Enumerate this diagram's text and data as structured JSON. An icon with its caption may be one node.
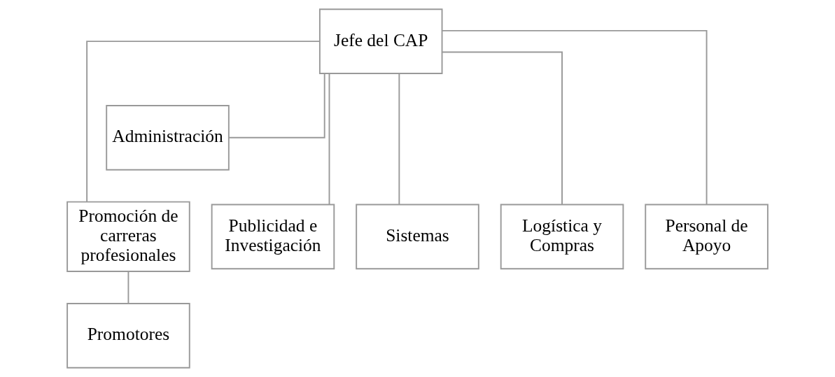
{
  "diagram": {
    "nodes": [
      {
        "text": [
          "Jefe del CAP"
        ]
      },
      {
        "text": [
          "Administración"
        ]
      },
      {
        "text": [
          "Promoción de carreras profesionales"
        ]
      },
      {
        "text": [
          "Publicidad e Investigación"
        ]
      },
      {
        "text": [
          "Sistemas"
        ]
      },
      {
        "text": [
          "Logística y Compras"
        ]
      },
      {
        "text": [
          "Personal de Apoyo"
        ]
      },
      {
        "text": [
          "Promotores"
        ]
      }
    ],
    "edges": [
      {
        "from": 0,
        "to": 1,
        "arrow": "none"
      },
      {
        "from": 0,
        "to": 2,
        "arrow": "none"
      },
      {
        "from": 0,
        "to": 3,
        "arrow": "none"
      },
      {
        "from": 0,
        "to": 4,
        "arrow": "none"
      },
      {
        "from": 0,
        "to": 5,
        "arrow": "none"
      },
      {
        "from": 0,
        "to": 6,
        "arrow": "none"
      },
      {
        "from": 2,
        "to": 7,
        "arrow": "none"
      }
    ]
  }
}
